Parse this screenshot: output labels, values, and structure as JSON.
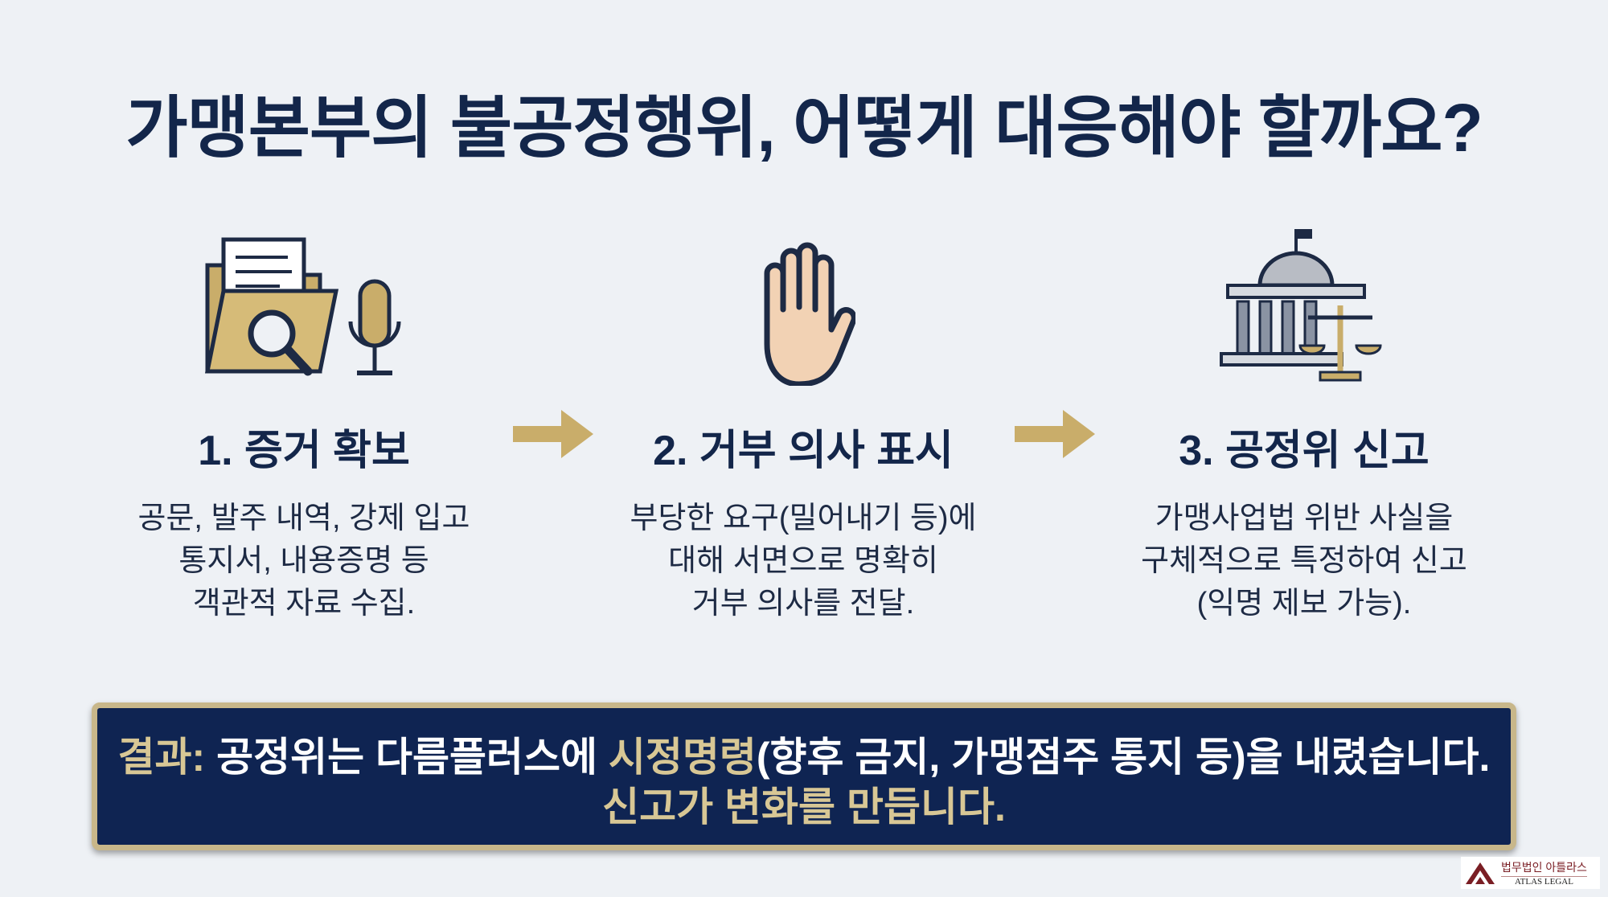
{
  "title": "가맹본부의 불공정행위, 어떻게 대응해야 할까요?",
  "steps": [
    {
      "heading": "1. 증거 확보",
      "lines": [
        "공문, 발주 내역, 강제 입고",
        "통지서, 내용증명 등",
        "객관적 자료 수집."
      ],
      "icon": "folder-magnifier-microphone-icon"
    },
    {
      "heading": "2. 거부 의사 표시",
      "lines": [
        "부당한 요구(밀어내기 등)에",
        "대해 서면으로 명확히",
        "거부 의사를 전달."
      ],
      "icon": "raised-hand-icon"
    },
    {
      "heading": "3. 공정위 신고",
      "lines": [
        "가맹사업법 위반 사실을",
        "구체적으로 특정하여 신고",
        "(익명 제보 가능)."
      ],
      "icon": "government-building-scales-icon"
    }
  ],
  "result": {
    "label": "결과:",
    "part1": " 공정위는 다름플러스에 ",
    "highlight": "시정명령",
    "part2": "(향후 금지, 가맹점주 통지 등)을 내렸습니다.",
    "line2": "신고가 변화를 만듭니다."
  },
  "logo": {
    "korean": "법무법인 아틀라스",
    "english": "ATLAS LEGAL"
  },
  "colors": {
    "navy": "#13264a",
    "gold": "#c8b78a",
    "box": "#0f2452"
  }
}
